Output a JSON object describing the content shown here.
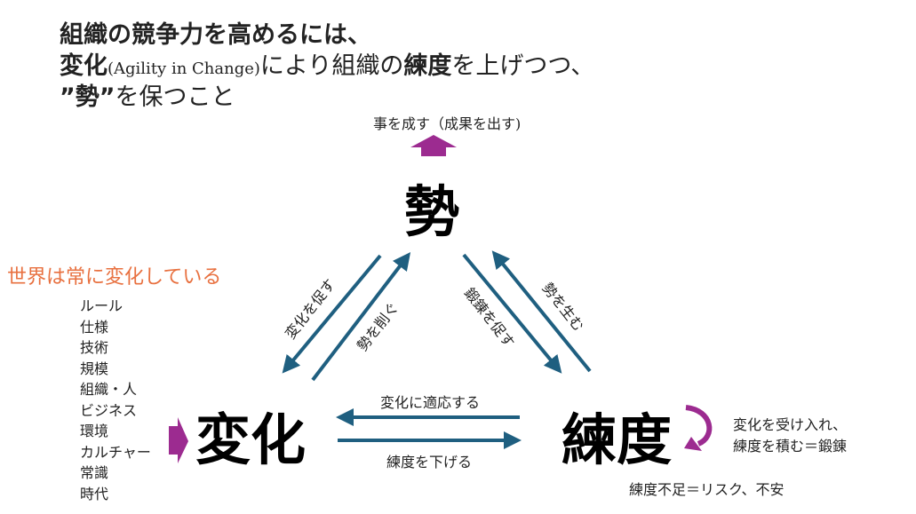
{
  "title": {
    "line1": "組織の競争力を高めるには、",
    "line2_a": "変化",
    "line2_b": "(Agility in Change)",
    "line2_c": "により組織の",
    "line2_d": "練度",
    "line2_e": "を上げつつ、",
    "line3_a": "”勢”",
    "line3_b": "を保つこと"
  },
  "top_caption": "事を成す（成果を出す)",
  "nodes": {
    "momentum": "勢",
    "change": "変化",
    "proficiency": "練度"
  },
  "edges": {
    "promote_change": "変化を促す",
    "reduce_momentum": "勢を削ぐ",
    "promote_training": "鍛錬を促す",
    "create_momentum": "勢を生む",
    "adapt_to_change": "変化に適応する",
    "lower_proficiency": "練度を下げる"
  },
  "world": {
    "heading": "世界は常に変化している",
    "items": [
      "ルール",
      "仕様",
      "技術",
      "規模",
      "組織・人",
      "ビジネス",
      "環境",
      "カルチャー",
      "常識",
      "時代"
    ]
  },
  "right_note": {
    "line1": "変化を受け入れ、",
    "line2": "練度を積む＝鍛錬"
  },
  "bottom_note": "練度不足＝リスク、不安",
  "colors": {
    "arrow": "#1f5f80",
    "accent": "#9c2b90",
    "orange": "#e8703f"
  }
}
